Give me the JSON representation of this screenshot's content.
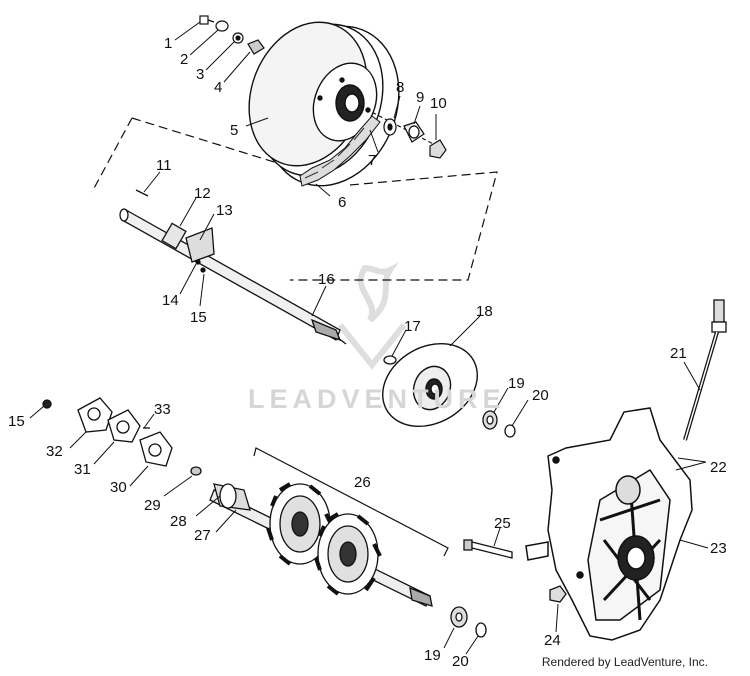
{
  "diagram": {
    "callouts": [
      "1",
      "2",
      "3",
      "4",
      "5",
      "6",
      "7",
      "8",
      "9",
      "10",
      "11",
      "12",
      "13",
      "14",
      "15",
      "16",
      "17",
      "18",
      "19",
      "20",
      "21",
      "22",
      "23",
      "24",
      "25",
      "26",
      "27",
      "28",
      "29",
      "30",
      "31",
      "32",
      "33"
    ],
    "watermark_text": "LEADVENTURE",
    "footer_text": "Rendered by LeadVenture, Inc."
  }
}
